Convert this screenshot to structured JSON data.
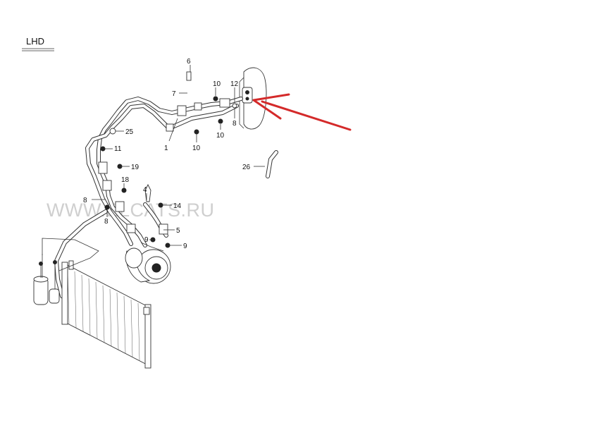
{
  "header": {
    "label": "LHD"
  },
  "watermark": {
    "text": "WWW.ELCATS.RU"
  },
  "callouts": [
    {
      "id": "c6",
      "label": "6"
    },
    {
      "id": "c7",
      "label": "7"
    },
    {
      "id": "c10a",
      "label": "10"
    },
    {
      "id": "c12",
      "label": "12"
    },
    {
      "id": "c10b",
      "label": "10"
    },
    {
      "id": "c8a",
      "label": "8"
    },
    {
      "id": "c25",
      "label": "25"
    },
    {
      "id": "c1",
      "label": "1"
    },
    {
      "id": "c10c",
      "label": "10"
    },
    {
      "id": "c11",
      "label": "11"
    },
    {
      "id": "c19",
      "label": "19"
    },
    {
      "id": "c26",
      "label": "26"
    },
    {
      "id": "c18",
      "label": "18"
    },
    {
      "id": "c4",
      "label": "4"
    },
    {
      "id": "c8b",
      "label": "8"
    },
    {
      "id": "c14",
      "label": "14"
    },
    {
      "id": "c8c",
      "label": "8"
    },
    {
      "id": "c5",
      "label": "5"
    },
    {
      "id": "c9a",
      "label": "9"
    },
    {
      "id": "c9b",
      "label": "9"
    }
  ],
  "annotation": {
    "color": "#d42a2a"
  }
}
